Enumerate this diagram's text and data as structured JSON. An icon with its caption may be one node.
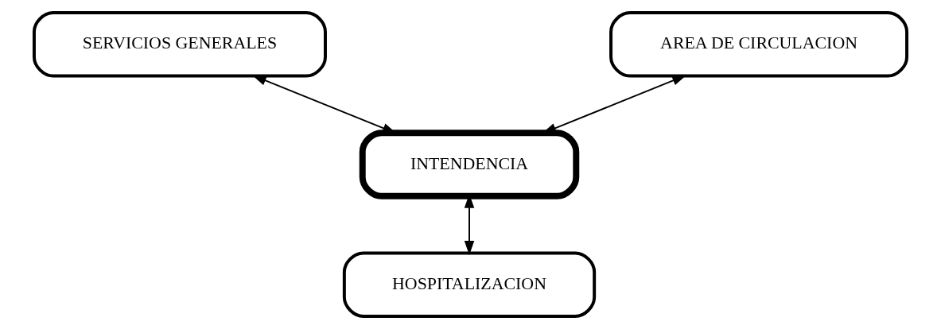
{
  "diagram": {
    "nodes": [
      {
        "text": [
          "SERVICIOS GENERALES"
        ]
      },
      {
        "text": [
          "AREA DE CIRCULACION"
        ]
      },
      {
        "text": [
          "INTENDENCIA"
        ]
      },
      {
        "text": [
          "HOSPITALIZACION"
        ]
      }
    ],
    "edges": [
      {
        "from": 0,
        "to": 2,
        "arrow": "both"
      },
      {
        "from": 2,
        "to": 1,
        "arrow": "both"
      },
      {
        "from": 2,
        "to": 3,
        "arrow": "both"
      }
    ]
  }
}
